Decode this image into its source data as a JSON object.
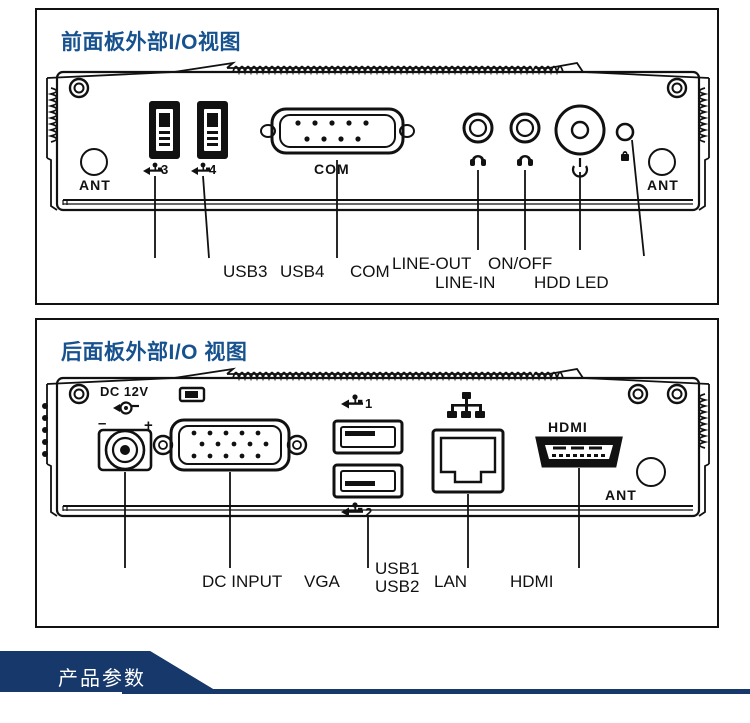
{
  "front_panel": {
    "title": "前面板外部I/O视图",
    "device_markings": {
      "usb3_port": "3",
      "usb4_port": "4",
      "com_port": "COM",
      "ant_left": "ANT",
      "ant_right": "ANT",
      "power_symbol": "power-icon",
      "hdd_symbol": "hdd-icon"
    },
    "callouts": [
      {
        "label": "USB3"
      },
      {
        "label": "USB4"
      },
      {
        "label": "COM"
      },
      {
        "label": "LINE-OUT"
      },
      {
        "label": "LINE-IN"
      },
      {
        "label": "ON/OFF"
      },
      {
        "label": "HDD LED"
      }
    ]
  },
  "rear_panel": {
    "title": "后面板外部I/O 视图",
    "device_markings": {
      "dc_label": "DC 12V",
      "dc_minus": "–",
      "dc_plus": "+",
      "usb1_port": "1",
      "usb2_port": "2",
      "hdmi_label": "HDMI",
      "ant_label": "ANT"
    },
    "callouts": [
      {
        "label": "DC INPUT"
      },
      {
        "label": "VGA"
      },
      {
        "label_line1": "USB1",
        "label_line2": "USB2"
      },
      {
        "label": "LAN"
      },
      {
        "label": "HDMI"
      }
    ]
  },
  "banner": {
    "title": "产品参数"
  },
  "colors": {
    "title_blue": "#17528f",
    "banner_navy": "#17386b",
    "banner_text": "#ffffff",
    "outline": "#111111",
    "page_bg": "#ffffff"
  }
}
